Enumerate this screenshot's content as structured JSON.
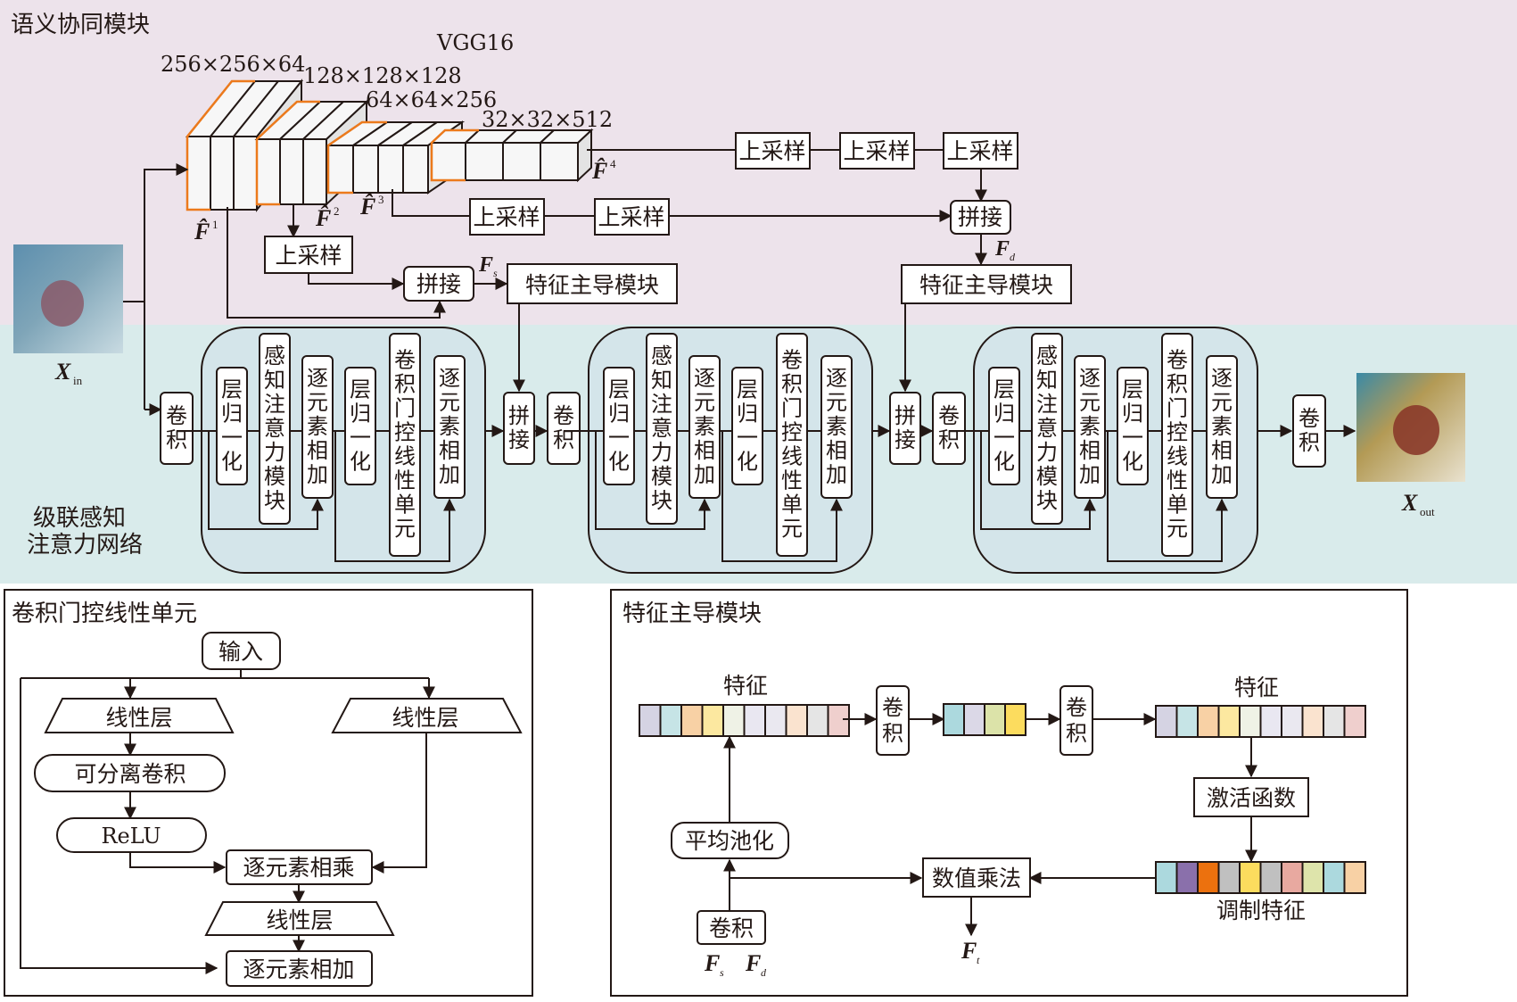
{
  "semantic_module": {
    "title": "语义协同模块",
    "backbone": "VGG16",
    "stages": [
      {
        "dims": "256×256×64",
        "label": "F̂",
        "sup": "1"
      },
      {
        "dims": "128×128×128",
        "label": "F̂",
        "sup": "2"
      },
      {
        "dims": "64×64×256",
        "label": "F̂",
        "sup": "3"
      },
      {
        "dims": "32×32×512",
        "label": "F̂",
        "sup": "4"
      }
    ],
    "upsample": "上采样",
    "concat": "拼接",
    "fs_label": "F",
    "fs_sub": "s",
    "fd_label": "F",
    "fd_sub": "d",
    "fdm_label": "特征主导模块"
  },
  "cascade_network": {
    "title_line1": "级联感知",
    "title_line2": "注意力网络",
    "input_label": "X",
    "input_sub": "in",
    "output_label": "X",
    "output_sub": "out",
    "conv": "卷积",
    "concat": "拼接",
    "block": {
      "layernorm": "层归一化",
      "attention": "感知注意力模块",
      "add": "逐元素相加",
      "cglu": "卷积门控线性单元"
    }
  },
  "cglu_panel": {
    "title": "卷积门控线性单元",
    "input": "输入",
    "linear": "线性层",
    "sepconv": "可分离卷积",
    "relu": "ReLU",
    "multiply": "逐元素相乘",
    "add": "逐元素相加"
  },
  "fdm_panel": {
    "title": "特征主导模块",
    "feature": "特征",
    "conv": "卷积",
    "activation": "激活函数",
    "modulated": "调制特征",
    "avgpool": "平均池化",
    "scalar_mult": "数值乘法",
    "fs_label": "F",
    "fs_sub": "s",
    "fd_label": "F",
    "fd_sub": "d",
    "ft_label": "F",
    "ft_sub": "t",
    "feature_colors": [
      "#d5d3e3",
      "#c6e4e6",
      "#f8d1a5",
      "#fce8a0",
      "#eff2e6",
      "#e9e7f1",
      "#eae8f0",
      "#fae3cf",
      "#e5e5e5",
      "#efcfcd"
    ],
    "reduced_colors": [
      "#acd9de",
      "#dbd8e7",
      "#dce3a9",
      "#fcdc5e"
    ],
    "modulated_colors": [
      "#acd9de",
      "#8a70ab",
      "#ec710e",
      "#c0c0c0",
      "#fcdc5e",
      "#c0c0c0",
      "#e8a9a0",
      "#dee4ab",
      "#acd9de",
      "#f8d1a5"
    ]
  },
  "colors": {
    "top_bg": "#ede3eb",
    "bottom_bg": "#d9ebeb",
    "block_bg": "#d4e5ea",
    "accent_orange": "#ec7a1c"
  }
}
